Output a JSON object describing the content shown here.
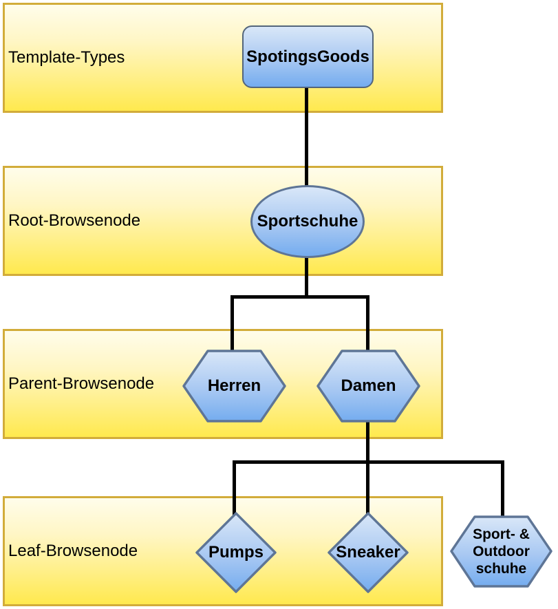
{
  "bands": [
    {
      "label": "Template-Types"
    },
    {
      "label": "Root-Browsenode"
    },
    {
      "label": "Parent-Browsenode"
    },
    {
      "label": "Leaf-Browsenode"
    }
  ],
  "nodes": {
    "template_type": {
      "label": "SpotingsGoods",
      "shape": "rounded-rectangle"
    },
    "root": {
      "label": "Sportschuhe",
      "shape": "ellipse"
    },
    "parent_herren": {
      "label": "Herren",
      "shape": "hexagon"
    },
    "parent_damen": {
      "label": "Damen",
      "shape": "hexagon"
    },
    "leaf_pumps": {
      "label": "Pumps",
      "shape": "diamond"
    },
    "leaf_sneaker": {
      "label": "Sneaker",
      "shape": "diamond"
    },
    "leaf_sport_outdoor": {
      "label": "Sport- & Outdoor schuhe",
      "lines": [
        "Sport- &",
        "Outdoor",
        "schuhe"
      ],
      "shape": "hexagon"
    }
  },
  "edges": [
    {
      "from": "SpotingsGoods",
      "to": "Sportschuhe"
    },
    {
      "from": "Sportschuhe",
      "to": "Herren"
    },
    {
      "from": "Sportschuhe",
      "to": "Damen"
    },
    {
      "from": "Damen",
      "to": "Pumps"
    },
    {
      "from": "Damen",
      "to": "Sneaker"
    },
    {
      "from": "Damen",
      "to": "Sport- & Outdoor schuhe"
    }
  ],
  "colors": {
    "band_fill_top": "#FFFDEB",
    "band_fill_bottom": "#FFE94E",
    "band_border": "#D2AC3A",
    "node_fill_top": "#D9E7F8",
    "node_fill_bottom": "#74ACEF",
    "node_border": "#5E7596",
    "connector": "#000000",
    "text": "#000000",
    "background": "#FFFFFF"
  }
}
